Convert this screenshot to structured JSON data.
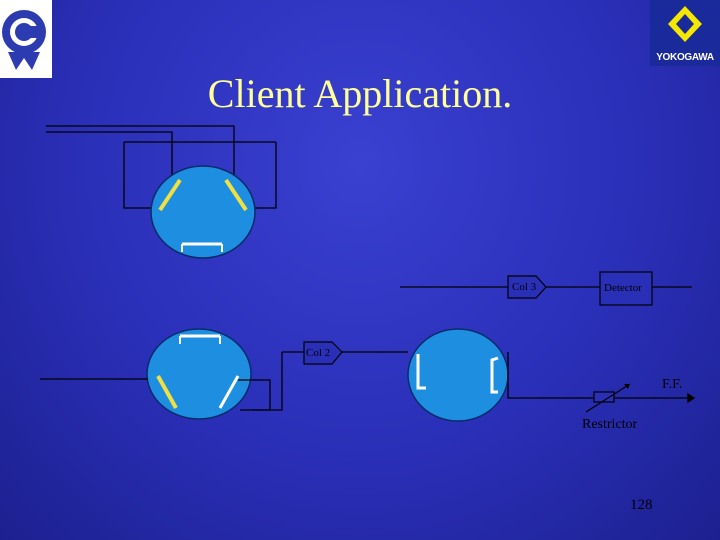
{
  "slide": {
    "title": "Client Application.",
    "page_number": "128"
  },
  "logos": {
    "left_icon": "crest-c-logo-icon",
    "right_icon": "yokogawa-diamond-logo-icon",
    "right_text": "YOKOGAWA"
  },
  "diagram": {
    "col3_label": "Col 3",
    "detector_label": "Detector",
    "col2_label": "Col 2",
    "ff_label": "F.F.",
    "restrictor_label": "Restrictor"
  },
  "colors": {
    "background": "#2a2fb8",
    "title": "#ffff99",
    "valve_fill": "#1e8ee0",
    "channel": "#f0e040",
    "line": "#000000"
  }
}
